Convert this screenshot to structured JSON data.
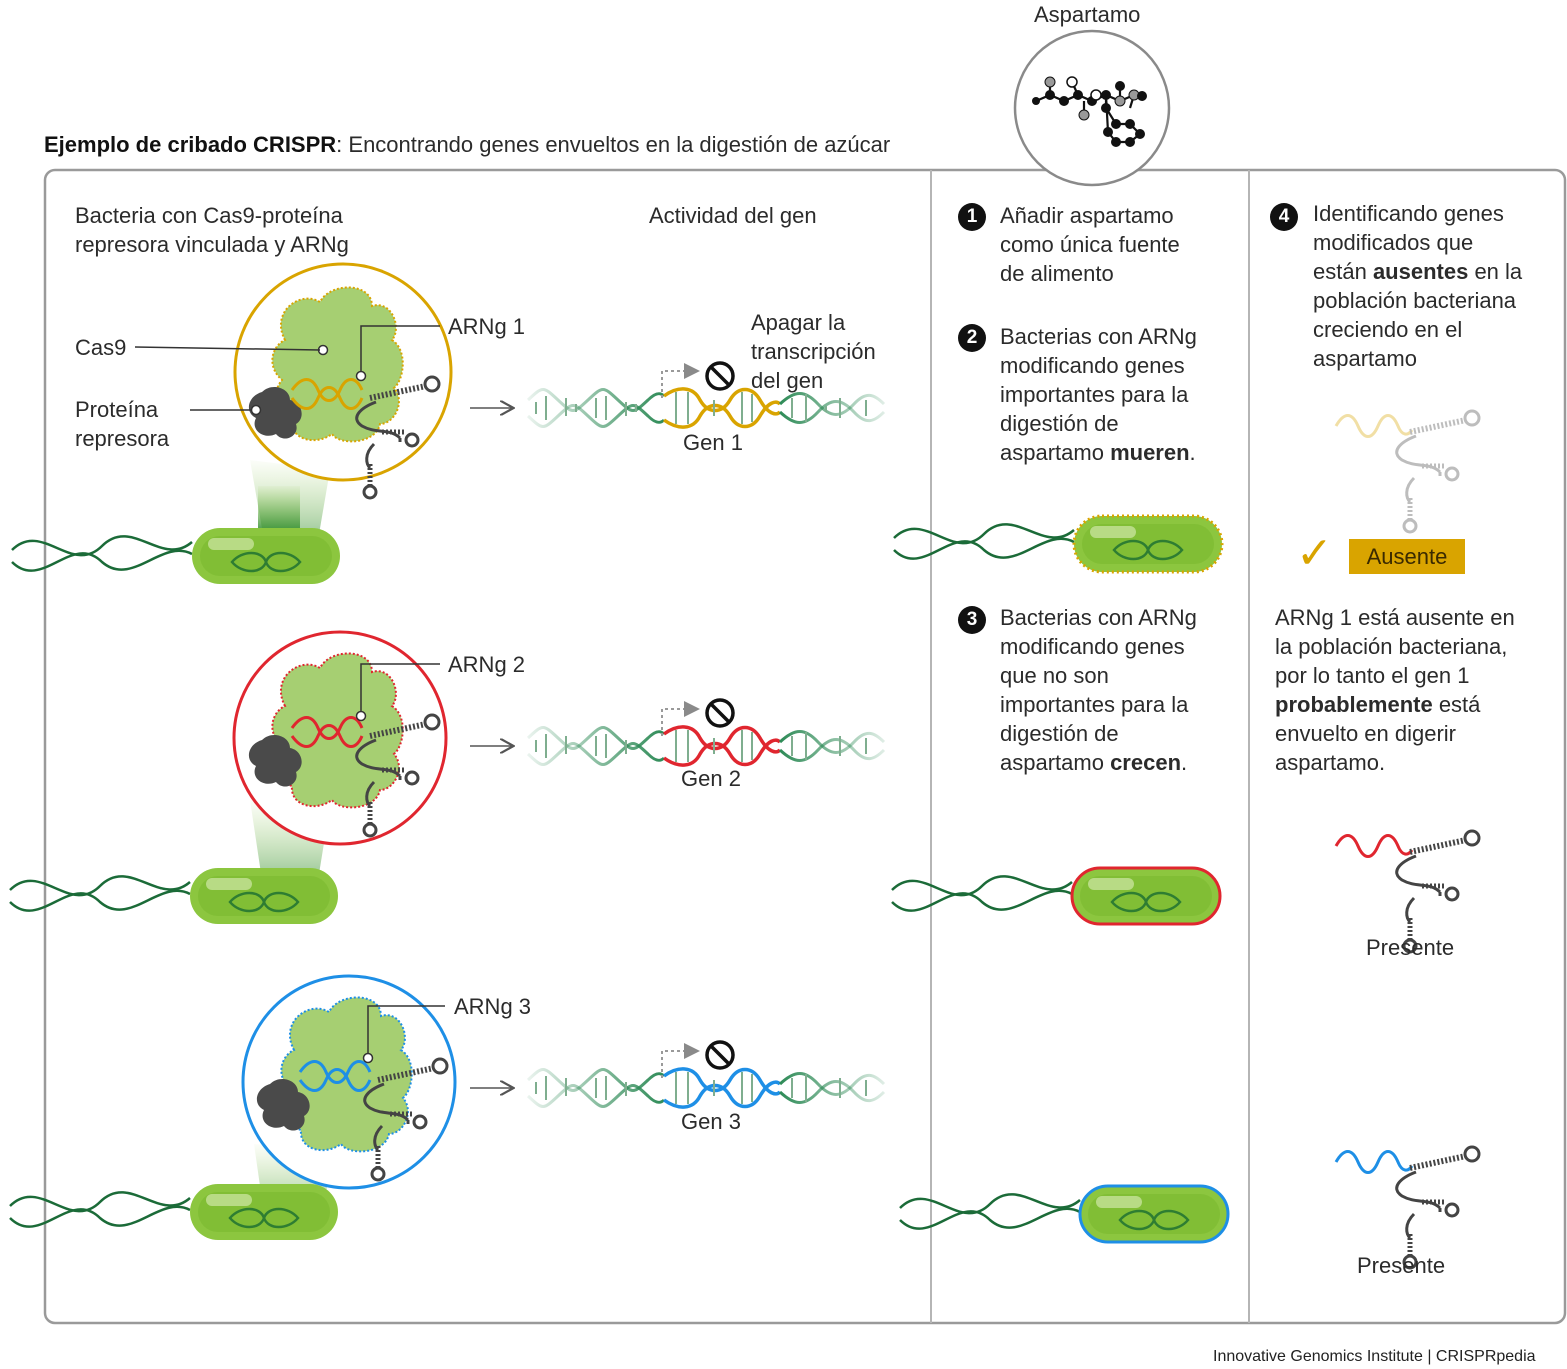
{
  "title": {
    "bold": "Ejemplo de cribado CRISPR",
    "rest": ": Encontrando genes envueltos en la digestión de azúcar"
  },
  "aspartame_label": "Aspartamo",
  "col1": {
    "header_line1": "Bacteria con Cas9-proteína",
    "header_line2": "represora vinculada y ARNg",
    "cas9_label": "Cas9",
    "repressor_line1": "Proteína",
    "repressor_line2": "represora"
  },
  "col2": {
    "header": "Actividad del gen",
    "switch_off_line1": "Apagar la",
    "switch_off_line2": "transcripción",
    "switch_off_line3": "del gen"
  },
  "rows": [
    {
      "grna_label": "ARNg 1",
      "gene_label": "Gen 1",
      "color": "#d9a400"
    },
    {
      "grna_label": "ARNg 2",
      "gene_label": "Gen 2",
      "color": "#e0262f"
    },
    {
      "grna_label": "ARNg 3",
      "gene_label": "Gen 3",
      "color": "#1e8fe6"
    }
  ],
  "steps": {
    "s1": {
      "num": "1",
      "l1": "Añadir aspartamo",
      "l2": "como única fuente",
      "l3": "de alimento"
    },
    "s2": {
      "num": "2",
      "l1": "Bacterias con ARNg",
      "l2": "modificando genes",
      "l3": "importantes para la",
      "l4": "digestión de",
      "l5_pre": "aspartamo ",
      "l5_bold": "mueren",
      "l5_post": "."
    },
    "s3": {
      "num": "3",
      "l1": "Bacterias con ARNg",
      "l2": "modificando genes",
      "l3": "que no son",
      "l4": "importantes para la",
      "l5": "digestión de",
      "l6_pre": "aspartamo ",
      "l6_bold": "crecen",
      "l6_post": "."
    },
    "s4": {
      "num": "4",
      "l1": "Identificando genes",
      "l2": "modificados que",
      "l3_pre": "están ",
      "l3_bold": "ausentes",
      "l3_post": " en la",
      "l4": "población bacteriana",
      "l5": "creciendo en el",
      "l6": "aspartamo"
    }
  },
  "result": {
    "absent_badge": "Ausente",
    "check_mark": "✓",
    "p1": "ARNg 1 está ausente en",
    "p2": "la población bacteriana,",
    "p3": "por lo tanto el gen 1",
    "p4_bold": "probablemente",
    "p4_post": " está",
    "p5": "envuelto en digerir",
    "p6": "aspartamo.",
    "present_2": "Presente",
    "present_3": "Presente"
  },
  "credit": "Innovative Genomics Institute | CRISPRpedia",
  "colors": {
    "bacteria_fill": "#8cc63f",
    "bacteria_stroke": "#2e7d32",
    "flagella": "#1b6b38",
    "cas9_fill": "#a6cf72",
    "repressor": "#4a4a4a",
    "dna_green": "#2e8b57",
    "panel_border": "#9a9a9a"
  }
}
